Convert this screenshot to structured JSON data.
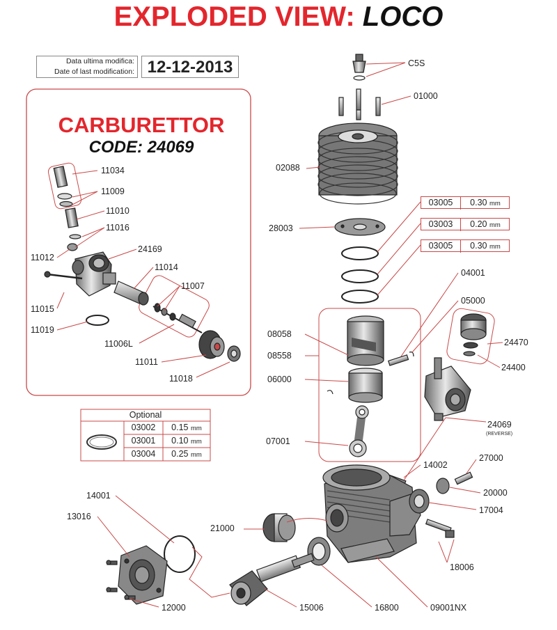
{
  "header": {
    "title_prefix": "EXPLODED VIEW:",
    "title_model": "LOCO"
  },
  "modification": {
    "label_it": "Data ultima modifica:",
    "label_en": "Date of last modification:",
    "date": "12-12-2013"
  },
  "carburettor": {
    "title": "CARBURETTOR",
    "code": "CODE: 24069",
    "parts": {
      "p11034": "11034",
      "p11009": "11009",
      "p11010": "11010",
      "p11016": "11016",
      "p11012": "11012",
      "p24169": "24169",
      "p11014": "11014",
      "p11007": "11007",
      "p11015": "11015",
      "p11019": "11019",
      "p11006L": "11006L",
      "p11011": "11011",
      "p11018": "11018"
    }
  },
  "optional": {
    "title": "Optional",
    "rows": [
      {
        "code": "03002",
        "value": "0.15",
        "unit": "mm"
      },
      {
        "code": "03001",
        "value": "0.10",
        "unit": "mm"
      },
      {
        "code": "03004",
        "value": "0.25",
        "unit": "mm"
      }
    ]
  },
  "shims": [
    {
      "code": "03005",
      "value": "0.30",
      "unit": "mm"
    },
    {
      "code": "03003",
      "value": "0.20",
      "unit": "mm"
    },
    {
      "code": "03005",
      "value": "0.30",
      "unit": "mm"
    }
  ],
  "engine": {
    "parts": {
      "c5s": "C5S",
      "p01000": "01000",
      "p02088": "02088",
      "p28003": "28003",
      "p04001": "04001",
      "p05000": "05000",
      "p08058": "08058",
      "p08558": "08558",
      "p06000": "06000",
      "p24470": "24470",
      "p24400": "24400",
      "p24069": "24069",
      "p24069_note": "(REVERSE)",
      "p07001": "07001",
      "p14002": "14002",
      "p27000": "27000",
      "p20000": "20000",
      "p17004": "17004",
      "p14001": "14001",
      "p13016": "13016",
      "p21000": "21000",
      "p18006": "18006",
      "p12000": "12000",
      "p15006": "15006",
      "p16800": "16800",
      "p09001NX": "09001NX"
    }
  }
}
